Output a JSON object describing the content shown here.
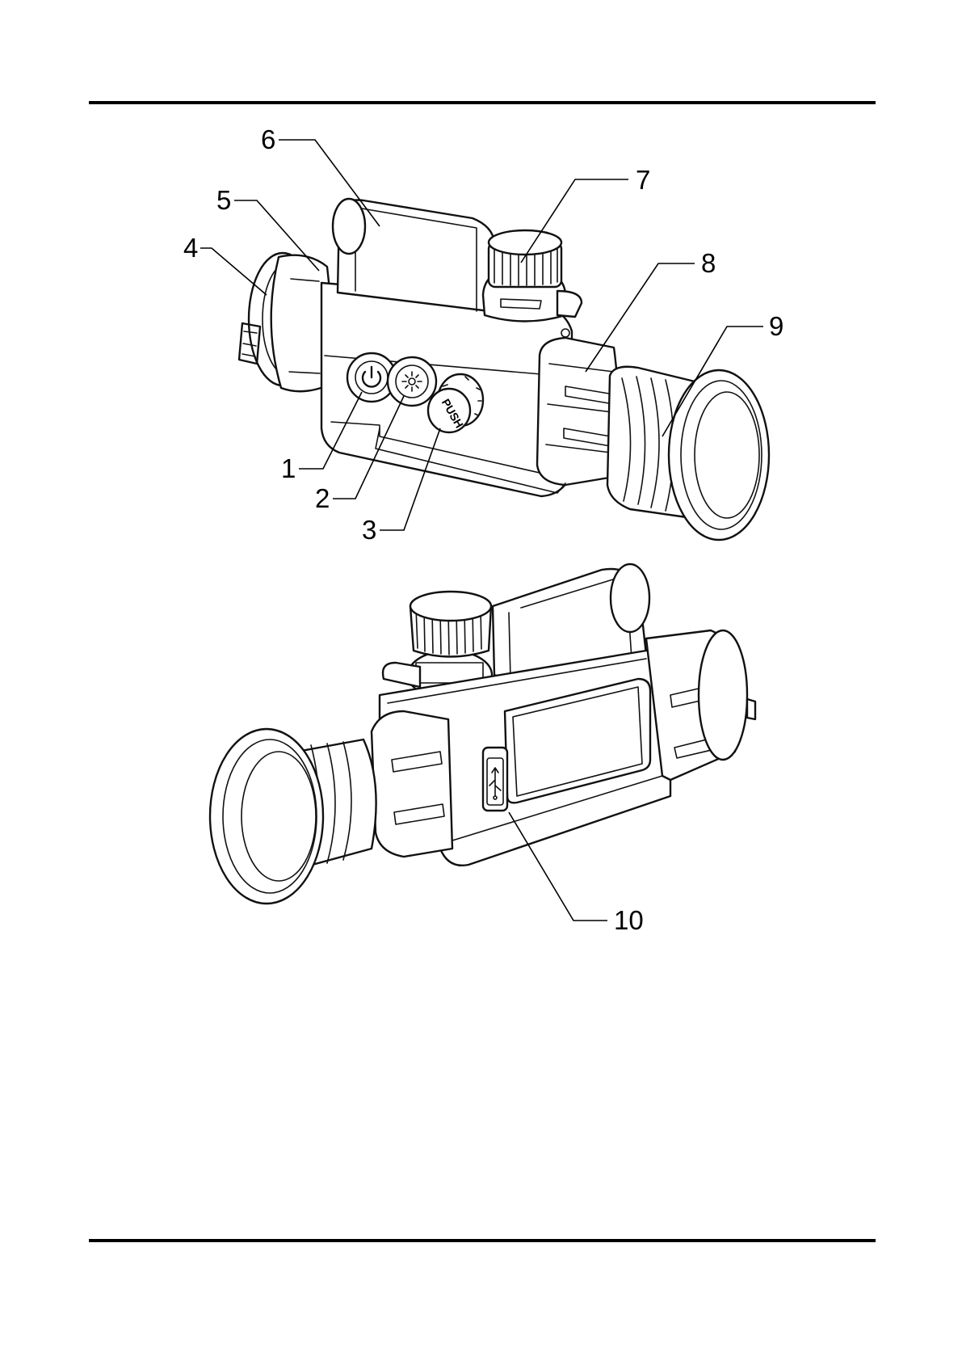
{
  "callouts": [
    {
      "id": "1",
      "label": "1"
    },
    {
      "id": "2",
      "label": "2"
    },
    {
      "id": "3",
      "label": "3"
    },
    {
      "id": "4",
      "label": "4"
    },
    {
      "id": "5",
      "label": "5"
    },
    {
      "id": "6",
      "label": "6"
    },
    {
      "id": "7",
      "label": "7"
    },
    {
      "id": "8",
      "label": "8"
    },
    {
      "id": "9",
      "label": "9"
    },
    {
      "id": "10",
      "label": "10"
    }
  ],
  "buttons": {
    "push_label": "PUSH"
  },
  "icons": [
    "power-icon",
    "brightness-icon",
    "usb-icon"
  ]
}
